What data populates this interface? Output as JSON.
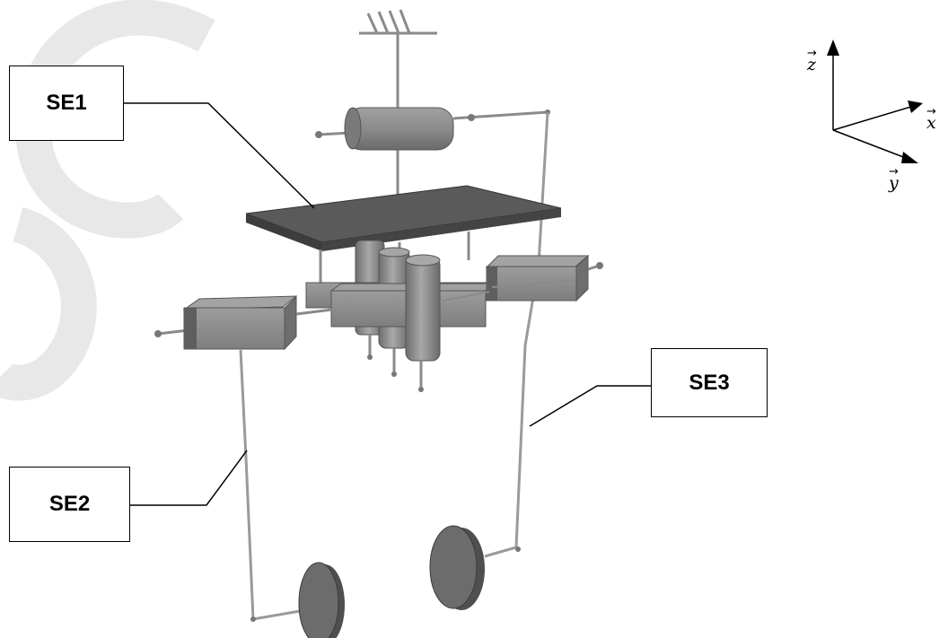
{
  "callouts": {
    "se1": "SE1",
    "se2": "SE2",
    "se3": "SE3"
  },
  "axes": {
    "z": "z",
    "x": "x",
    "y": "y"
  },
  "colors": {
    "part_fill": "#8a8a8a",
    "plate_fill": "#555555",
    "rod": "#9a9a9a",
    "watermark": "#e8e8e8"
  }
}
